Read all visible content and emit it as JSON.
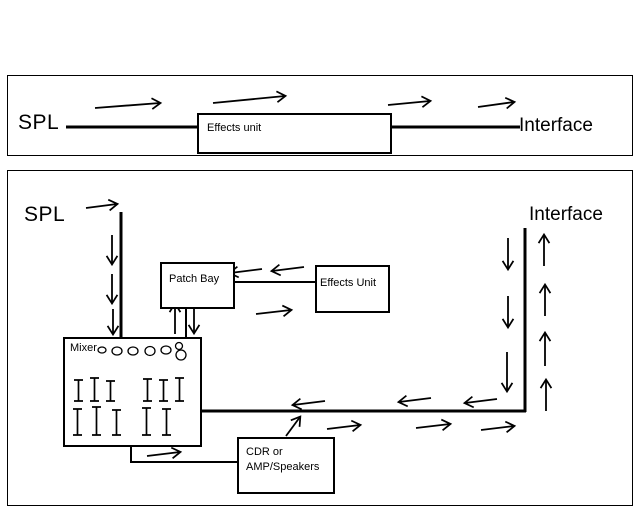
{
  "top_diagram": {
    "source_label": "SPL",
    "effects_unit_label": "Effects unit",
    "destination_label": "Interface"
  },
  "bottom_diagram": {
    "source_label": "SPL",
    "destination_label": "Interface",
    "patch_bay_label": "Patch Bay",
    "effects_unit_label": "Effects Unit",
    "mixer_label": "Mixer",
    "cdr_line1": "CDR or",
    "cdr_line2": "AMP/Speakers"
  },
  "colors": {
    "ink": "#000000",
    "background": "#ffffff"
  }
}
